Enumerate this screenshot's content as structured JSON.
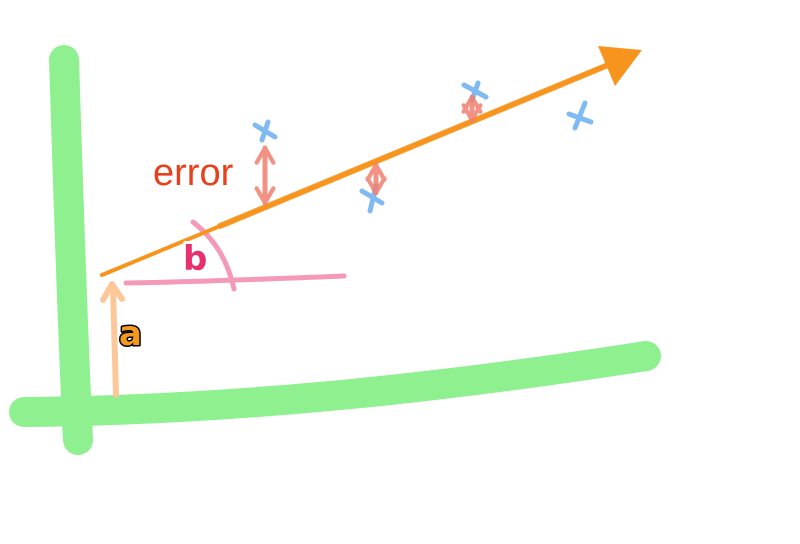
{
  "labels": {
    "error": "error",
    "intercept": "a",
    "slope": "b"
  },
  "colors": {
    "axes": "#8ef08e",
    "regression_line": "#f7941d",
    "error_arrows": "#f08070",
    "data_points": "#6aaef0",
    "intercept_arrow": "#fcc89a",
    "angle_marker": "#f49ab8",
    "error_text": "#e8401c",
    "intercept_text": "#f39a1c",
    "slope_text": "#e8306e",
    "label_outline": "#000000"
  }
}
